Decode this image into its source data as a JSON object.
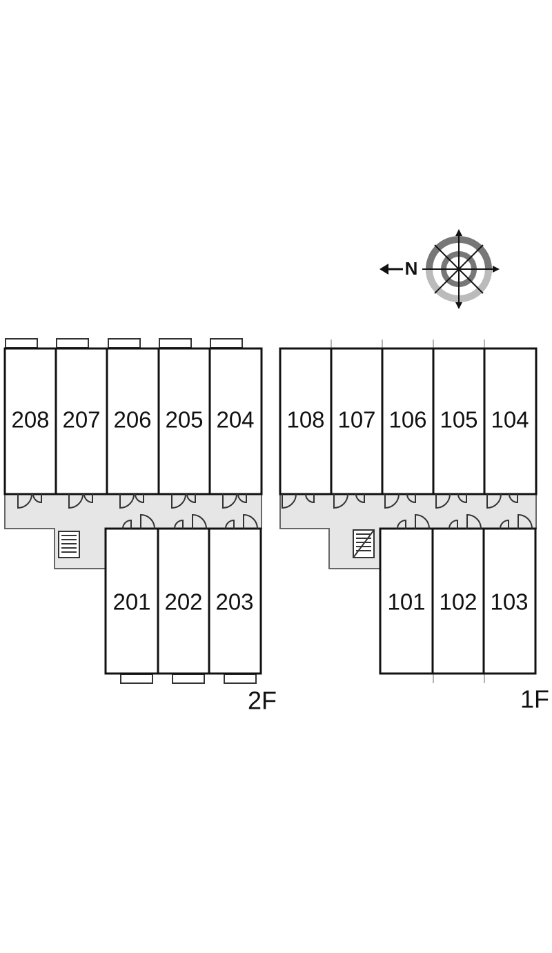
{
  "compass": {
    "north_letter": "N",
    "icon": "compass-rose-icon",
    "ring_dark": "#777777",
    "ring_light": "#bbbbbb"
  },
  "colors": {
    "corridor": "#e6e6e6",
    "corridor_border": "#666666",
    "wall": "#111111"
  },
  "floors": [
    {
      "id": "2f",
      "label": "2F",
      "top_rooms": [
        "208",
        "207",
        "206",
        "205",
        "204"
      ],
      "bottom_rooms": [
        "201",
        "202",
        "203"
      ],
      "stair_icon": "staircase-icon"
    },
    {
      "id": "1f",
      "label": "1F",
      "top_rooms": [
        "108",
        "107",
        "106",
        "105",
        "104"
      ],
      "bottom_rooms": [
        "101",
        "102",
        "103"
      ],
      "stair_icon": "staircase-icon"
    }
  ]
}
